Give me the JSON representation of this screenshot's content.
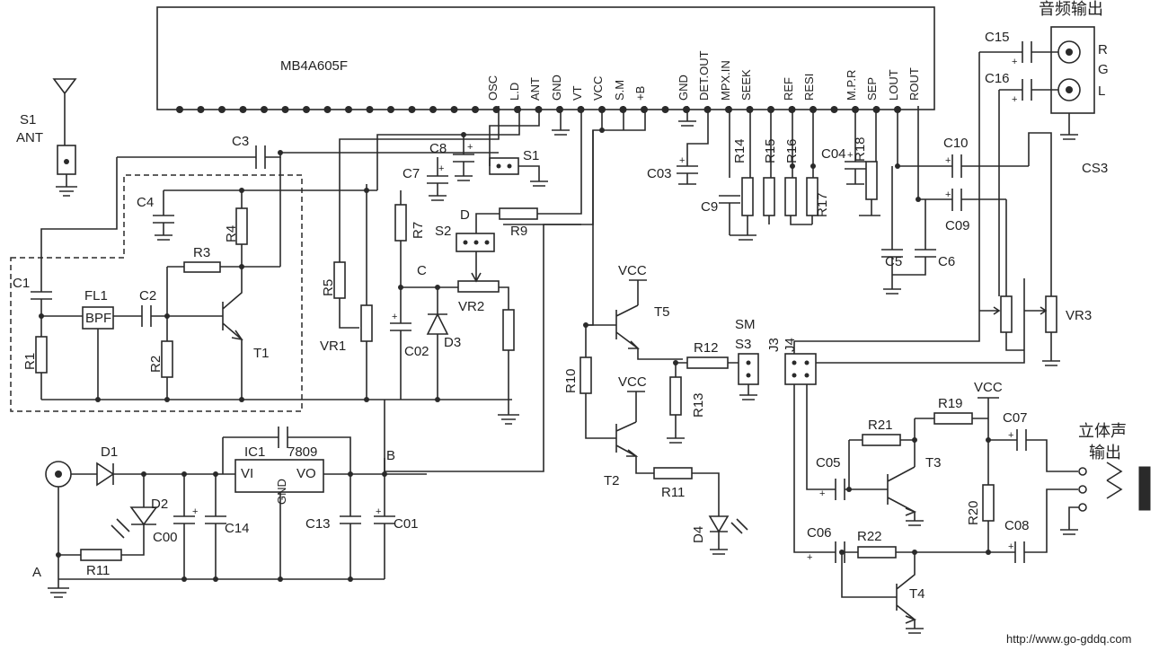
{
  "ic": {
    "name": "MB4A605F",
    "pins": [
      "OSC",
      "L.D",
      "ANT",
      "GND",
      "VT",
      "VCC",
      "S.M",
      "+B",
      "GND",
      "DET.OUT",
      "MPX.IN",
      "SEEK",
      "REF",
      "RESI",
      "M.P.R",
      "SEP",
      "LOUT",
      "ROUT"
    ]
  },
  "labels": {
    "audio_out": "音频输出",
    "stereo_out_1": "立体声",
    "stereo_out_2": "输出",
    "watermark": "http://www.go-gddq.com"
  },
  "components": {
    "s1": "S1",
    "ant": "ANT",
    "c3": "C3",
    "c4": "C4",
    "c1": "C1",
    "r1": "R1",
    "fl1": "FL1",
    "bpf": "BPF",
    "c2": "C2",
    "r2": "R2",
    "r3": "R3",
    "r4": "R4",
    "t1": "T1",
    "r5": "R5",
    "vr1": "VR1",
    "r7": "R7",
    "c7": "C7",
    "c8": "C8",
    "s1b": "S1",
    "s2": "S2",
    "d": "D",
    "r9": "R9",
    "c": "C",
    "vr2": "VR2",
    "c02": "C02",
    "d3": "D3",
    "b": "B",
    "r14": "R14",
    "r15": "R15",
    "r16": "R16",
    "r17": "R17",
    "r18": "R18",
    "c03": "C03",
    "c9": "C9",
    "c04": "C04",
    "c5": "C5",
    "c6": "C6",
    "c10": "C10",
    "c09": "C09",
    "c15": "C15",
    "c16": "C16",
    "r": "R",
    "g": "G",
    "l": "L",
    "cs3": "CS3",
    "vr3": "VR3",
    "vcc_t5": "VCC",
    "t5": "T5",
    "sm": "SM",
    "s3": "S3",
    "r12": "R12",
    "r10": "R10",
    "r13": "R13",
    "j3": "J3",
    "j4": "J4",
    "vcc_t2": "VCC",
    "t2": "T2",
    "r11b": "R11",
    "d4": "D4",
    "ic1": "IC1",
    "reg": "7809",
    "vi": "VI",
    "vo": "VO",
    "gnd": "GND",
    "d1": "D1",
    "d2": "D2",
    "c00": "C00",
    "c14": "C14",
    "c13": "C13",
    "c01": "C01",
    "r11a": "R11",
    "a": "A",
    "vcc_t3": "VCC",
    "r19": "R19",
    "r21": "R21",
    "c07": "C07",
    "c05": "C05",
    "t3": "T3",
    "r20": "R20",
    "c08": "C08",
    "c06": "C06",
    "r22": "R22",
    "t4": "T4"
  }
}
